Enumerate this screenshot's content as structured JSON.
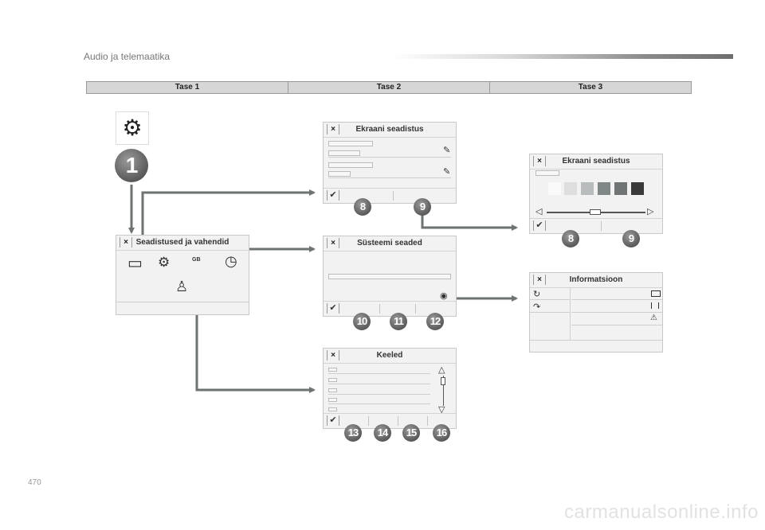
{
  "header": {
    "title": "Audio ja telemaatika"
  },
  "levels": [
    "Tase 1",
    "Tase 2",
    "Tase 3"
  ],
  "panels": {
    "seadistused": {
      "title": "Seadistused ja vahendid"
    },
    "ekraan": {
      "title": "Ekraani seadistus"
    },
    "ekraan3": {
      "title": "Ekraani seadistus"
    },
    "systeem": {
      "title": "Süsteemi seaded"
    },
    "info": {
      "title": "Informatsioon"
    },
    "keeled": {
      "title": "Keeled"
    }
  },
  "badges": {
    "level1": "1",
    "ekraan": [
      "8",
      "9"
    ],
    "ekraan3": [
      "8",
      "9"
    ],
    "systeem": [
      "10",
      "11",
      "12"
    ],
    "keeled": [
      "13",
      "14",
      "15",
      "16"
    ]
  },
  "small_labels": {
    "gb": "GB"
  },
  "swatches": [
    "#fafafa",
    "#dedede",
    "#b8bcbc",
    "#7f8787",
    "#717474",
    "#393939"
  ],
  "icons": {
    "close": "×",
    "ok": "✔",
    "gear": "⚙",
    "screen": "▭",
    "clock": "◷",
    "person": "♙",
    "edit": "✎",
    "eye": "◉",
    "refresh": "↻",
    "reply": "↷",
    "warning": "⚠",
    "left": "◁",
    "right": "▷",
    "up": "△",
    "down": "▽"
  },
  "footer": {
    "page_number": "470",
    "watermark": "carmanualsonline.info"
  }
}
